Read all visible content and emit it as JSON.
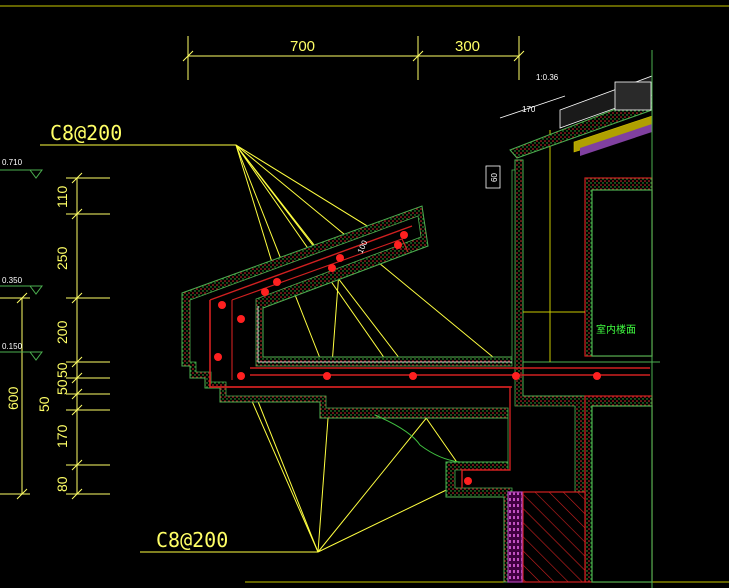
{
  "drawing": {
    "dimensions_top": {
      "left": "700",
      "right": "300"
    },
    "slope": "1:0.36",
    "dim_170_top": "170",
    "dim_60": "60",
    "dim_100_inner": "100",
    "callout_top": "C8@200",
    "callout_bottom": "C8@200",
    "room_label": "室内楼面",
    "levels": {
      "l710": "0.710",
      "l350": "0.350",
      "l150": "0.150"
    },
    "vertical_dims": {
      "d110": "110",
      "d250": "250",
      "d200": "200",
      "d50a": "50",
      "d50b": "50",
      "d50c": "50",
      "d170": "170",
      "d80": "80",
      "d600": "600"
    }
  },
  "colors": {
    "background": "#000000",
    "dimension": "#ffff66",
    "leader": "#ffff40",
    "concrete_outline": "#4caf50",
    "hatch_red": "#d02020",
    "rebar": "#ff2020",
    "insulation_magenta": "#b040b0",
    "text_white": "#ffffff",
    "room_label_green": "#40ff40"
  }
}
